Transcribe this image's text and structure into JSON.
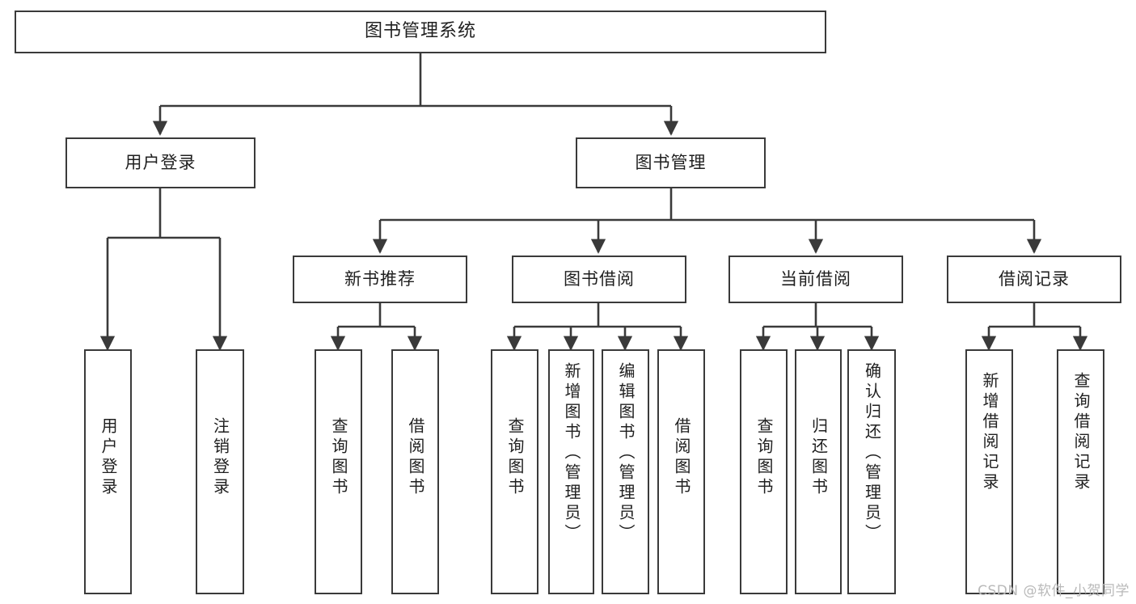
{
  "diagram": {
    "type": "tree-hierarchy",
    "title": "图书管理系统",
    "watermark": "CSDN @软件_小贺同学",
    "colors": {
      "stroke": "#3a3a3a",
      "fill": "#ffffff",
      "text": "#1f1f1f",
      "watermark": "#b9b9b9"
    },
    "levels": {
      "root": {
        "label": "图书管理系统"
      },
      "level2": [
        {
          "id": "user-login",
          "label": "用户登录"
        },
        {
          "id": "book-manage",
          "label": "图书管理"
        }
      ],
      "level3": [
        {
          "id": "new-book-rec",
          "label": "新书推荐",
          "parent": "book-manage"
        },
        {
          "id": "book-borrow",
          "label": "图书借阅",
          "parent": "book-manage"
        },
        {
          "id": "current-borrow",
          "label": "当前借阅",
          "parent": "book-manage"
        },
        {
          "id": "borrow-record",
          "label": "借阅记录",
          "parent": "book-manage"
        }
      ],
      "leaves": [
        {
          "id": "leaf-1",
          "label": "用户登录",
          "parent": "user-login"
        },
        {
          "id": "leaf-2",
          "label": "注销登录",
          "parent": "user-login"
        },
        {
          "id": "leaf-3",
          "label": "查询图书",
          "parent": "new-book-rec"
        },
        {
          "id": "leaf-4",
          "label": "借阅图书",
          "parent": "new-book-rec"
        },
        {
          "id": "leaf-5",
          "label": "查询图书",
          "parent": "book-borrow"
        },
        {
          "id": "leaf-6",
          "label": "新增图书（管理员）",
          "parent": "book-borrow"
        },
        {
          "id": "leaf-7",
          "label": "编辑图书（管理员）",
          "parent": "book-borrow"
        },
        {
          "id": "leaf-8",
          "label": "借阅图书",
          "parent": "book-borrow"
        },
        {
          "id": "leaf-9",
          "label": "查询图书",
          "parent": "current-borrow"
        },
        {
          "id": "leaf-10",
          "label": "归还图书",
          "parent": "current-borrow"
        },
        {
          "id": "leaf-11",
          "label": "确认归还（管理员）",
          "parent": "current-borrow"
        },
        {
          "id": "leaf-12",
          "label": "新增借阅记录",
          "parent": "borrow-record"
        },
        {
          "id": "leaf-13",
          "label": "查询借阅记录",
          "parent": "borrow-record"
        }
      ]
    }
  }
}
